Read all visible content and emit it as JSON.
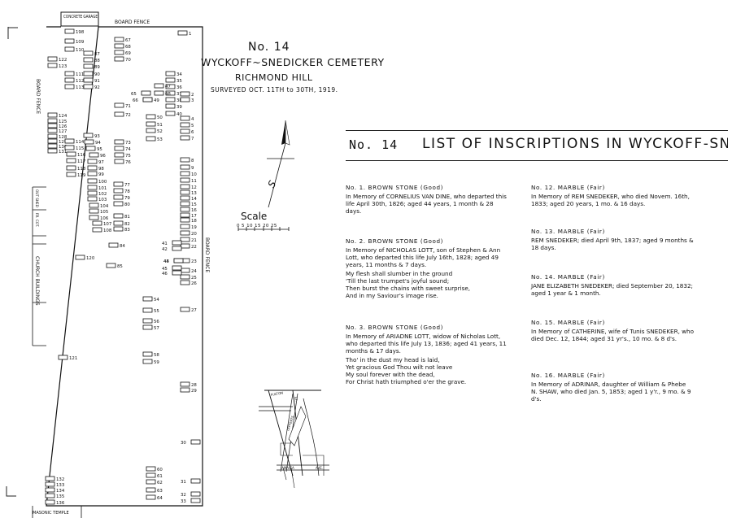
{
  "map": {
    "number": "No. 14",
    "cemetery": "WYCKOFF~SNEDICKER CEMETERY",
    "place": "RICHMOND HILL",
    "surveyed": "SURVEYED  OCT. 11TH to 30TH, 1919.",
    "scale_label": "Scale",
    "scale_ticks": "0  5  10  15  20  25",
    "labels": {
      "concrete_garage": "CONCRETE GARAGE",
      "board_fence_top": "BOARD    FENCE",
      "board_fence_left": "BOARD   FENCE",
      "board_fence_right": "BOARD   FENCE",
      "out_shed": "OUT SHED",
      "fr_cot": "FR. COT.",
      "church_buildings": "CHURCH   BUILDINGS",
      "masonic_temple": "MASONIC TEMPLE"
    },
    "plots": [
      {
        "n": "198"
      },
      {
        "n": "109"
      },
      {
        "n": "110"
      },
      {
        "n": "87"
      },
      {
        "n": "88"
      },
      {
        "n": "89"
      },
      {
        "n": "90"
      },
      {
        "n": "91"
      },
      {
        "n": "92"
      },
      {
        "n": "111"
      },
      {
        "n": "112"
      },
      {
        "n": "113"
      },
      {
        "n": "122"
      },
      {
        "n": "123"
      },
      {
        "n": "67"
      },
      {
        "n": "68"
      },
      {
        "n": "69"
      },
      {
        "n": "70"
      },
      {
        "n": "1"
      },
      {
        "n": "34"
      },
      {
        "n": "35"
      },
      {
        "n": "36"
      },
      {
        "n": "37"
      },
      {
        "n": "38"
      },
      {
        "n": "39"
      },
      {
        "n": "40"
      },
      {
        "n": "47"
      },
      {
        "n": "48"
      },
      {
        "n": "49"
      },
      {
        "n": "65"
      },
      {
        "n": "66"
      },
      {
        "n": "71"
      },
      {
        "n": "72"
      },
      {
        "n": "124"
      },
      {
        "n": "125"
      },
      {
        "n": "126"
      },
      {
        "n": "127"
      },
      {
        "n": "128"
      },
      {
        "n": "129"
      },
      {
        "n": "130"
      },
      {
        "n": "131"
      },
      {
        "n": "93"
      },
      {
        "n": "94"
      },
      {
        "n": "95"
      },
      {
        "n": "96"
      },
      {
        "n": "114"
      },
      {
        "n": "115"
      },
      {
        "n": "116"
      },
      {
        "n": "117"
      },
      {
        "n": "118"
      },
      {
        "n": "119"
      },
      {
        "n": "97"
      },
      {
        "n": "98"
      },
      {
        "n": "99"
      },
      {
        "n": "73"
      },
      {
        "n": "74"
      },
      {
        "n": "75"
      },
      {
        "n": "76"
      },
      {
        "n": "50"
      },
      {
        "n": "51"
      },
      {
        "n": "52"
      },
      {
        "n": "53"
      },
      {
        "n": "2"
      },
      {
        "n": "3"
      },
      {
        "n": "4"
      },
      {
        "n": "5"
      },
      {
        "n": "6"
      },
      {
        "n": "7"
      },
      {
        "n": "8"
      },
      {
        "n": "9"
      },
      {
        "n": "10"
      },
      {
        "n": "11"
      },
      {
        "n": "12"
      },
      {
        "n": "13"
      },
      {
        "n": "14"
      },
      {
        "n": "15"
      },
      {
        "n": "16"
      },
      {
        "n": "17"
      },
      {
        "n": "18"
      },
      {
        "n": "19"
      },
      {
        "n": "20"
      },
      {
        "n": "21"
      },
      {
        "n": "22"
      },
      {
        "n": "23"
      },
      {
        "n": "24"
      },
      {
        "n": "25"
      },
      {
        "n": "26"
      },
      {
        "n": "27"
      },
      {
        "n": "28"
      },
      {
        "n": "29"
      },
      {
        "n": "30"
      },
      {
        "n": "31"
      },
      {
        "n": "32"
      },
      {
        "n": "33"
      },
      {
        "n": "100"
      },
      {
        "n": "101"
      },
      {
        "n": "102"
      },
      {
        "n": "103"
      },
      {
        "n": "104"
      },
      {
        "n": "105"
      },
      {
        "n": "106"
      },
      {
        "n": "107"
      },
      {
        "n": "108"
      },
      {
        "n": "77"
      },
      {
        "n": "78"
      },
      {
        "n": "79"
      },
      {
        "n": "80"
      },
      {
        "n": "81"
      },
      {
        "n": "82"
      },
      {
        "n": "83"
      },
      {
        "n": "84"
      },
      {
        "n": "85"
      },
      {
        "n": "41"
      },
      {
        "n": "42"
      },
      {
        "n": "43"
      },
      {
        "n": "44"
      },
      {
        "n": "45"
      },
      {
        "n": "46"
      },
      {
        "n": "54"
      },
      {
        "n": "55"
      },
      {
        "n": "56"
      },
      {
        "n": "57"
      },
      {
        "n": "58"
      },
      {
        "n": "59"
      },
      {
        "n": "60"
      },
      {
        "n": "61"
      },
      {
        "n": "62"
      },
      {
        "n": "63"
      },
      {
        "n": "64"
      },
      {
        "n": "120"
      },
      {
        "n": "121"
      },
      {
        "n": "132"
      },
      {
        "n": "133"
      },
      {
        "n": "134"
      },
      {
        "n": "135"
      },
      {
        "n": "136"
      }
    ],
    "inset_streets": [
      "FULTON",
      "ST.",
      "LEFFERTS",
      "AVE.",
      "JAMAICA",
      "AVE."
    ]
  },
  "list": {
    "number": "No. 14",
    "title": "LIST OF INSCRIPTIONS IN WYCKOFF-SNEDIC",
    "entries": [
      {
        "head": "No. 1.   BROWN STONE (Good)",
        "body": "In Memory of CORNELIUS VAN DINE, who departed this life April 30th, 1826; aged 44 years, 1 month & 28 days."
      },
      {
        "head": "No. 2.   BROWN STONE (Good)",
        "body": "In Memory of NICHOLAS LOTT, son of Stephen & Ann Lott, who departed this life July 16th, 1828; aged 49 years, 11 months & 7 days.",
        "verse": [
          "My flesh shall slumber in the ground",
          "'Till the last trumpet's joyful sound;",
          "Then burst the chains with sweet surprise,",
          "And in my Saviour's image rise."
        ]
      },
      {
        "head": "No. 3.   BROWN STONE (Good)",
        "body": "In Memory of ARIADNE LOTT, widow of Nicholas Lott, who departed this life July 13, 1836; aged 41 years, 11 months & 17 days.",
        "verse": [
          "Tho' in the dust my head is laid,",
          "Yet gracious God Thou wilt not leave",
          "My soul forever with the dead,",
          "For Christ hath triumphed o'er the grave."
        ]
      },
      {
        "head": "No. 12.   MARBLE (Fair)",
        "body": "In Memory of REM SNEDEKER, who died Novem. 16th, 1833; aged 20 years, 1 mo. & 16 days."
      },
      {
        "head": "No. 13.   MARBLE (Fair)",
        "body": "REM SNEDEKER; died April 9th, 1837; aged 9 months & 18 days."
      },
      {
        "head": "No. 14.   MARBLE (Fair)",
        "body": "JANE ELIZABETH SNEDEKER; died September 20, 1832; aged 1 year & 1 month."
      },
      {
        "head": "No. 15.   MARBLE (Fair)",
        "body": "In Memory of CATHERINE, wife of Tunis SNEDEKER, who died Dec. 12, 1844; aged 31 yr's., 10 mo. & 8 d's."
      },
      {
        "head": "No. 16.   MARBLE (Fair)",
        "body": "In Memory of ADRINAR, daughter of William & Phebe N. SHAW, who died Jan. 5, 1853; aged 1 y'r., 9 mo. & 9 d's."
      }
    ]
  }
}
